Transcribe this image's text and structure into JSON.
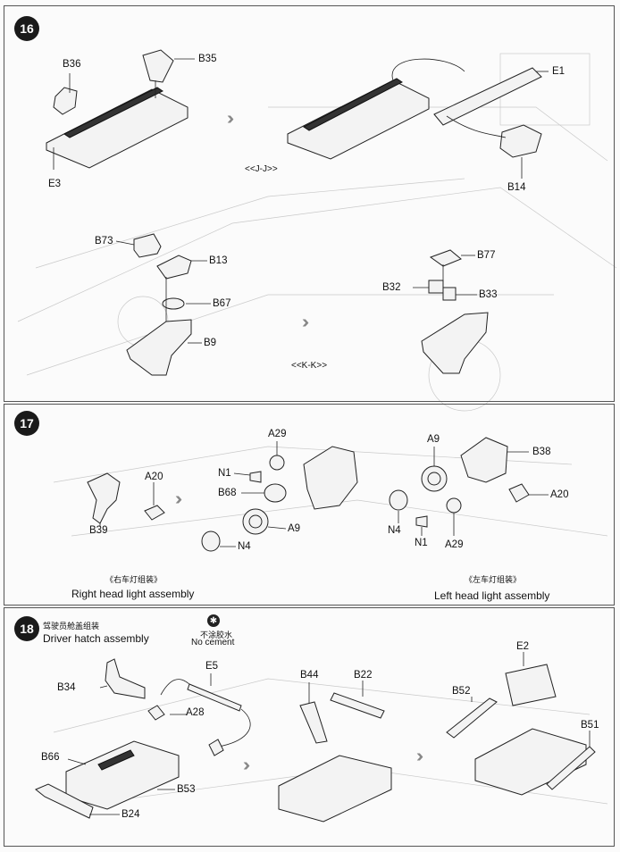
{
  "steps": [
    {
      "number": "16",
      "parts": [
        "B36",
        "B35",
        "E3",
        "E1",
        "B14",
        "B73",
        "B13",
        "B67",
        "B9",
        "B77",
        "B32",
        "B33"
      ],
      "views": [
        "<<J-J>>",
        "<<K-K>>"
      ]
    },
    {
      "number": "17",
      "parts": [
        "A29",
        "N1",
        "A20",
        "B68",
        "A9",
        "N4",
        "B39",
        "A9",
        "B38",
        "A20",
        "N4",
        "N1",
        "A29"
      ],
      "captions": [
        {
          "cn": "《右车灯组装》",
          "en": "Right head light assembly"
        },
        {
          "cn": "《左车灯组装》",
          "en": "Left head light assembly"
        }
      ]
    },
    {
      "number": "18",
      "title_cn": "驾驶员舱盖组装",
      "title_en": "Driver hatch assembly",
      "note_cn": "不涂胶水",
      "note_en": "No cement",
      "parts": [
        "E5",
        "B34",
        "A28",
        "B44",
        "B22",
        "E2",
        "B52",
        "B51",
        "B66",
        "B53",
        "B24"
      ]
    }
  ],
  "icons": {
    "step_badge": "filled-circle",
    "no_cement": "no-cement-icon",
    "arrow": "triple-chevron-right"
  },
  "colors": {
    "ink": "#111111",
    "badge": "#1a1a1a",
    "paper": "#fbfbfb",
    "arrow": "#888888"
  }
}
